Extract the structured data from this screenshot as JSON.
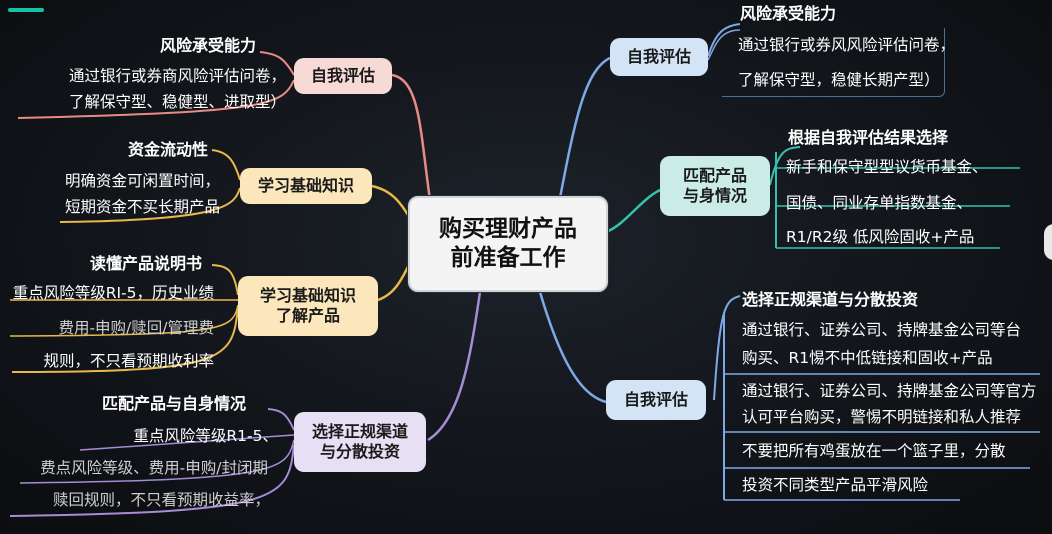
{
  "center": {
    "line1": "购买理财产品",
    "line2": "前准备工作"
  },
  "left": [
    {
      "node": [
        "自我评估"
      ],
      "heading": "风险承受能力",
      "leaves": [
        "通过银行或券商风险评估问卷，",
        "了解保守型、稳健型、进取型）"
      ]
    },
    {
      "node": [
        "学习基础知识"
      ],
      "heading": "资金流动性",
      "leaves": [
        "明确资金可闲置时间，",
        "短期资金不买长期产品"
      ]
    },
    {
      "node": [
        "学习基础知识",
        "了解产品"
      ],
      "heading": "读懂产品说明书",
      "leaves": [
        "重点风险等级RI-5，历史业绩",
        "费用-申购/赎回/管理费",
        "规则，不只看预期收利率"
      ]
    },
    {
      "node": [
        "选择正规渠道",
        "与分散投资"
      ],
      "heading": "匹配产品与自身情况",
      "leaves": [
        "重点风险等级R1-5、",
        "费点风险等级、费用-申购/封闭期",
        "赎回规则，不只看预期收益率，"
      ]
    }
  ],
  "right": [
    {
      "node": [
        "自我评估"
      ],
      "heading": "风险承受能力",
      "leaves": [
        "通过银行或券风风险评估问卷，",
        "了解保守型，稳健长期产型）"
      ]
    },
    {
      "node": [
        "匹配产品",
        "与身情况"
      ],
      "heading": "根据自我评估结果选择",
      "leaves": [
        "新手和保守型型议货币基金、",
        "国债、同业存单指数基金、",
        "R1/R2级 低风险固收+产品"
      ]
    },
    {
      "node": [
        "自我评估"
      ],
      "heading": "选择正规渠道与分散投资",
      "leaves": [
        "通过银行、证券公司、持牌基金公司等台",
        "购买、R1惕不中低链接和固收+产品",
        "通过银行、证券公司、持牌基金公司等官方",
        "认可平台购买，警惕不明链接和私人推荐",
        "不要把所有鸡蛋放在一个篮子里，分散",
        "投资不同类型产品平滑风险"
      ]
    }
  ],
  "colors": {
    "pink": "#e88b86",
    "yellow": "#e9b949",
    "purple": "#a68bd6",
    "blue": "#7ea9e6",
    "teal": "#34c2ad",
    "accent": "#14c4a4"
  }
}
